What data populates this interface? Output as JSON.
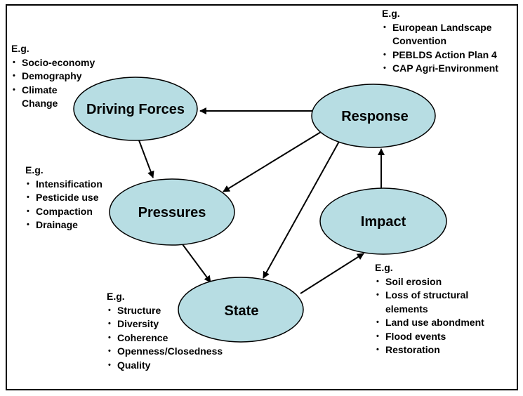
{
  "nodes": {
    "driving_forces": "Driving Forces",
    "response": "Response",
    "pressures": "Pressures",
    "impact": "Impact",
    "state": "State"
  },
  "colors": {
    "node_fill": "#b7dde3",
    "stroke": "#000000"
  },
  "annotations": {
    "driving_forces": {
      "heading": "E.g.",
      "items": [
        "Socio-economy",
        "Demography",
        "Climate",
        "Change"
      ]
    },
    "response": {
      "heading": "E.g.",
      "items": [
        "European Landscape",
        "Convention",
        "PEBLDS Action Plan 4",
        "CAP Agri-Environment"
      ]
    },
    "pressures": {
      "heading": "E.g.",
      "items": [
        "Intensification",
        "Pesticide use",
        "Compaction",
        "Drainage"
      ]
    },
    "impact": {
      "heading": "E.g.",
      "items": [
        "Soil erosion",
        "Loss of structural",
        "elements",
        "Land use abondment",
        "Flood events",
        "Restoration"
      ]
    },
    "state": {
      "heading": "E.g.",
      "items": [
        "Structure",
        "Diversity",
        "Coherence",
        "Openness/Closedness",
        "Quality"
      ]
    }
  }
}
